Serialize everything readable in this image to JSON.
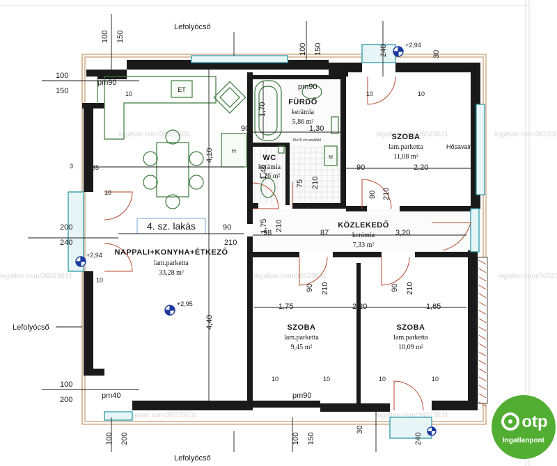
{
  "labels": {
    "downpipe": "Lefolyócső",
    "apartment": "4. sz. lakás",
    "insulation": "Hősavaim"
  },
  "rooms": {
    "living": {
      "name": "NAPPALI+KONYHA+ÉTKEZŐ",
      "floor": "lam.parketta",
      "area": "33,28 m²"
    },
    "bath": {
      "name": "FÜRDŐ",
      "floor": "kerámia",
      "area": "5,86 m²"
    },
    "wc": {
      "name": "WC",
      "floor": "kerámia",
      "area": "1,26 m²"
    },
    "room1": {
      "name": "SZOBA",
      "floor": "lam.parketta",
      "area": "11,08 m²"
    },
    "hall": {
      "name": "KÖZLEKEDŐ",
      "floor": "kerámia",
      "area": "7,33 m²"
    },
    "room2": {
      "name": "SZOBA",
      "floor": "lam.parketta",
      "area": "9,45 m²"
    },
    "room3": {
      "name": "SZOBA",
      "floor": "lam.parketta",
      "area": "10,09 m²"
    }
  },
  "fixtures": {
    "et": "ET",
    "h": "H",
    "m": "M",
    "vent": "15x15 cm szellőző"
  },
  "levels": {
    "a": "+2,94",
    "b": "+2,94",
    "c": "+2,95"
  },
  "pm": {
    "p1": "pm90",
    "p2": "pm90",
    "p3": "pm40",
    "p4": "pm90"
  },
  "dims": {
    "d100": "100",
    "d150": "150",
    "d200": "200",
    "d240": "240",
    "d30": "30",
    "d10": "10",
    "d90": "90",
    "d210": "210",
    "d75": "75",
    "d175": "1,75",
    "d170": "1,70",
    "d130": "1,30",
    "d140": "1,40",
    "d410": "4,10",
    "d440": "4,40",
    "d220": "2,20",
    "d320": "3,20",
    "d165": "1,65",
    "d98": "98",
    "d87": "87",
    "d3": "3",
    "d35": "35",
    "d175b": "1,75",
    "d220b": "2,20"
  },
  "watermark": "ingatlan.com/36523631",
  "logo": {
    "brand": "otp",
    "sub": "Ingatlanpont",
    "color": "#52ae32"
  }
}
